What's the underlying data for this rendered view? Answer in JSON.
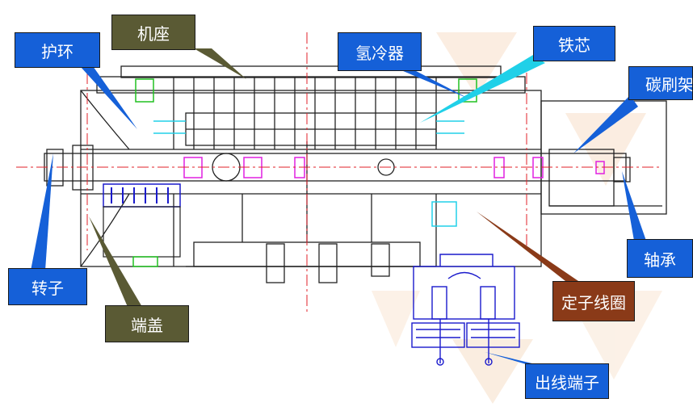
{
  "labels": {
    "jizuo": "机座",
    "huhuan": "护环",
    "qinglengqi": "氢冷器",
    "tiexin": "铁芯",
    "tanshuajia": "碳刷架",
    "zhuanzi": "转子",
    "duangai": "端盖",
    "zhoucheng": "轴承",
    "dingzixianquan": "定子线圈",
    "chuxianduanzi": "出线端子"
  },
  "colors": {
    "blue_label": "#1560d8",
    "olive_label": "#5a5a34",
    "brown_label": "#8a3a18",
    "drawing_line": "#222222",
    "centerline": "#e0202a",
    "cyan_detail": "#20d0e8",
    "magenta_detail": "#e020e0",
    "green_detail": "#20c020",
    "terminal_blue": "#1a1acc",
    "background_pattern": "#f7dfc8"
  }
}
